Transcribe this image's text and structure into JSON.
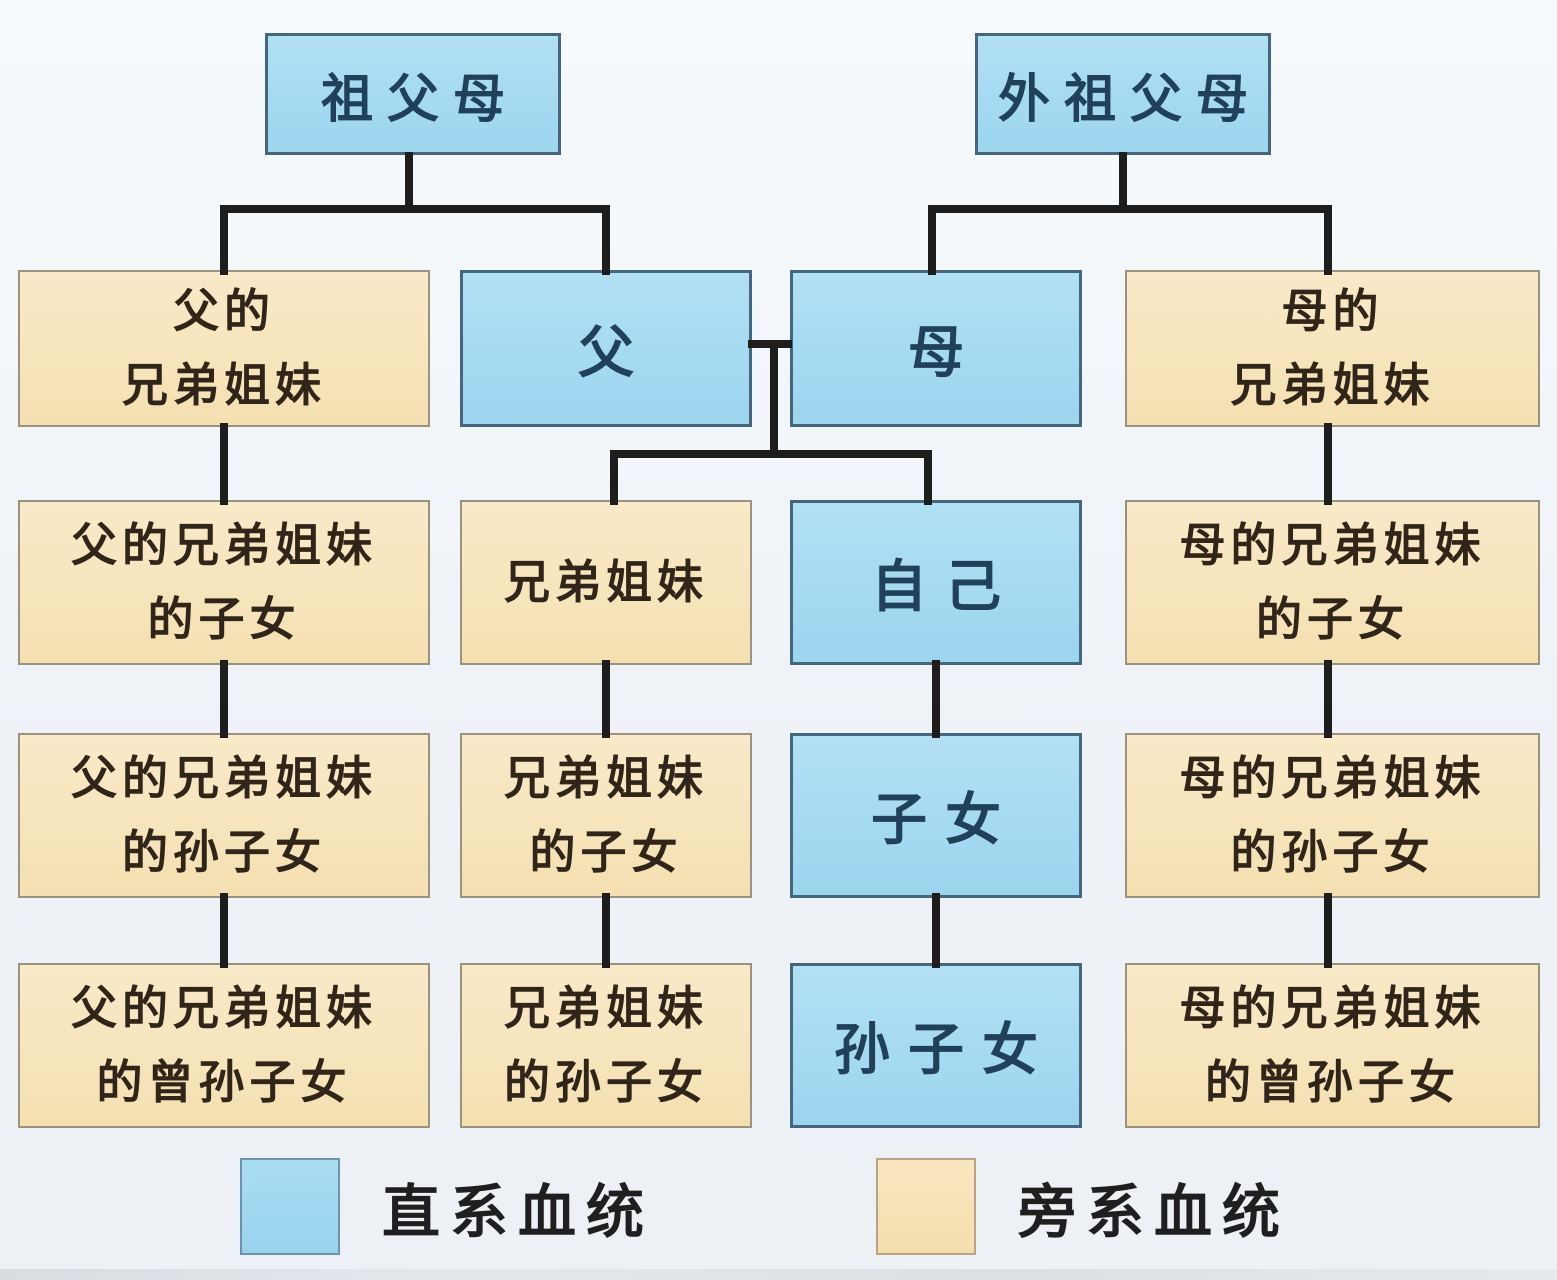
{
  "diagram_type": "family-kinship-tree",
  "colors": {
    "direct_fill": "#a5daf2",
    "collateral_fill": "#f6e3b9",
    "connector_line": "#1d1d1d",
    "background": "#eef2f7"
  },
  "nodes": {
    "paternal_grandparents": {
      "type": "direct",
      "lines": [
        "祖父母"
      ]
    },
    "maternal_grandparents": {
      "type": "direct",
      "lines": [
        "外祖父母"
      ]
    },
    "fathers_siblings": {
      "type": "collateral",
      "lines": [
        "父的",
        "兄弟姐妹"
      ]
    },
    "father": {
      "type": "direct",
      "lines": [
        "父"
      ]
    },
    "mother": {
      "type": "direct",
      "lines": [
        "母"
      ]
    },
    "mothers_siblings": {
      "type": "collateral",
      "lines": [
        "母的",
        "兄弟姐妹"
      ]
    },
    "fathers_siblings_children": {
      "type": "collateral",
      "lines": [
        "父的兄弟姐妹",
        "的子女"
      ]
    },
    "siblings": {
      "type": "collateral",
      "lines": [
        "兄弟姐妹"
      ]
    },
    "self": {
      "type": "direct",
      "lines": [
        "自己"
      ]
    },
    "mothers_siblings_children": {
      "type": "collateral",
      "lines": [
        "母的兄弟姐妹",
        "的子女"
      ]
    },
    "fathers_siblings_grandchildren": {
      "type": "collateral",
      "lines": [
        "父的兄弟姐妹",
        "的孙子女"
      ]
    },
    "siblings_children": {
      "type": "collateral",
      "lines": [
        "兄弟姐妹",
        "的子女"
      ]
    },
    "children": {
      "type": "direct",
      "lines": [
        "子女"
      ]
    },
    "mothers_siblings_grandchildren": {
      "type": "collateral",
      "lines": [
        "母的兄弟姐妹",
        "的孙子女"
      ]
    },
    "fathers_siblings_great_grandchildren": {
      "type": "collateral",
      "lines": [
        "父的兄弟姐妹",
        "的曾孙子女"
      ]
    },
    "siblings_grandchildren": {
      "type": "collateral",
      "lines": [
        "兄弟姐妹",
        "的孙子女"
      ]
    },
    "grandchildren": {
      "type": "direct",
      "lines": [
        "孙子女"
      ]
    },
    "mothers_siblings_great_grandchildren": {
      "type": "collateral",
      "lines": [
        "母的兄弟姐妹",
        "的曾孙子女"
      ]
    }
  },
  "legend": {
    "direct": {
      "label": "直系血统",
      "color": "#a5daf2"
    },
    "collateral": {
      "label": "旁系血统",
      "color": "#f6e3b9"
    }
  }
}
